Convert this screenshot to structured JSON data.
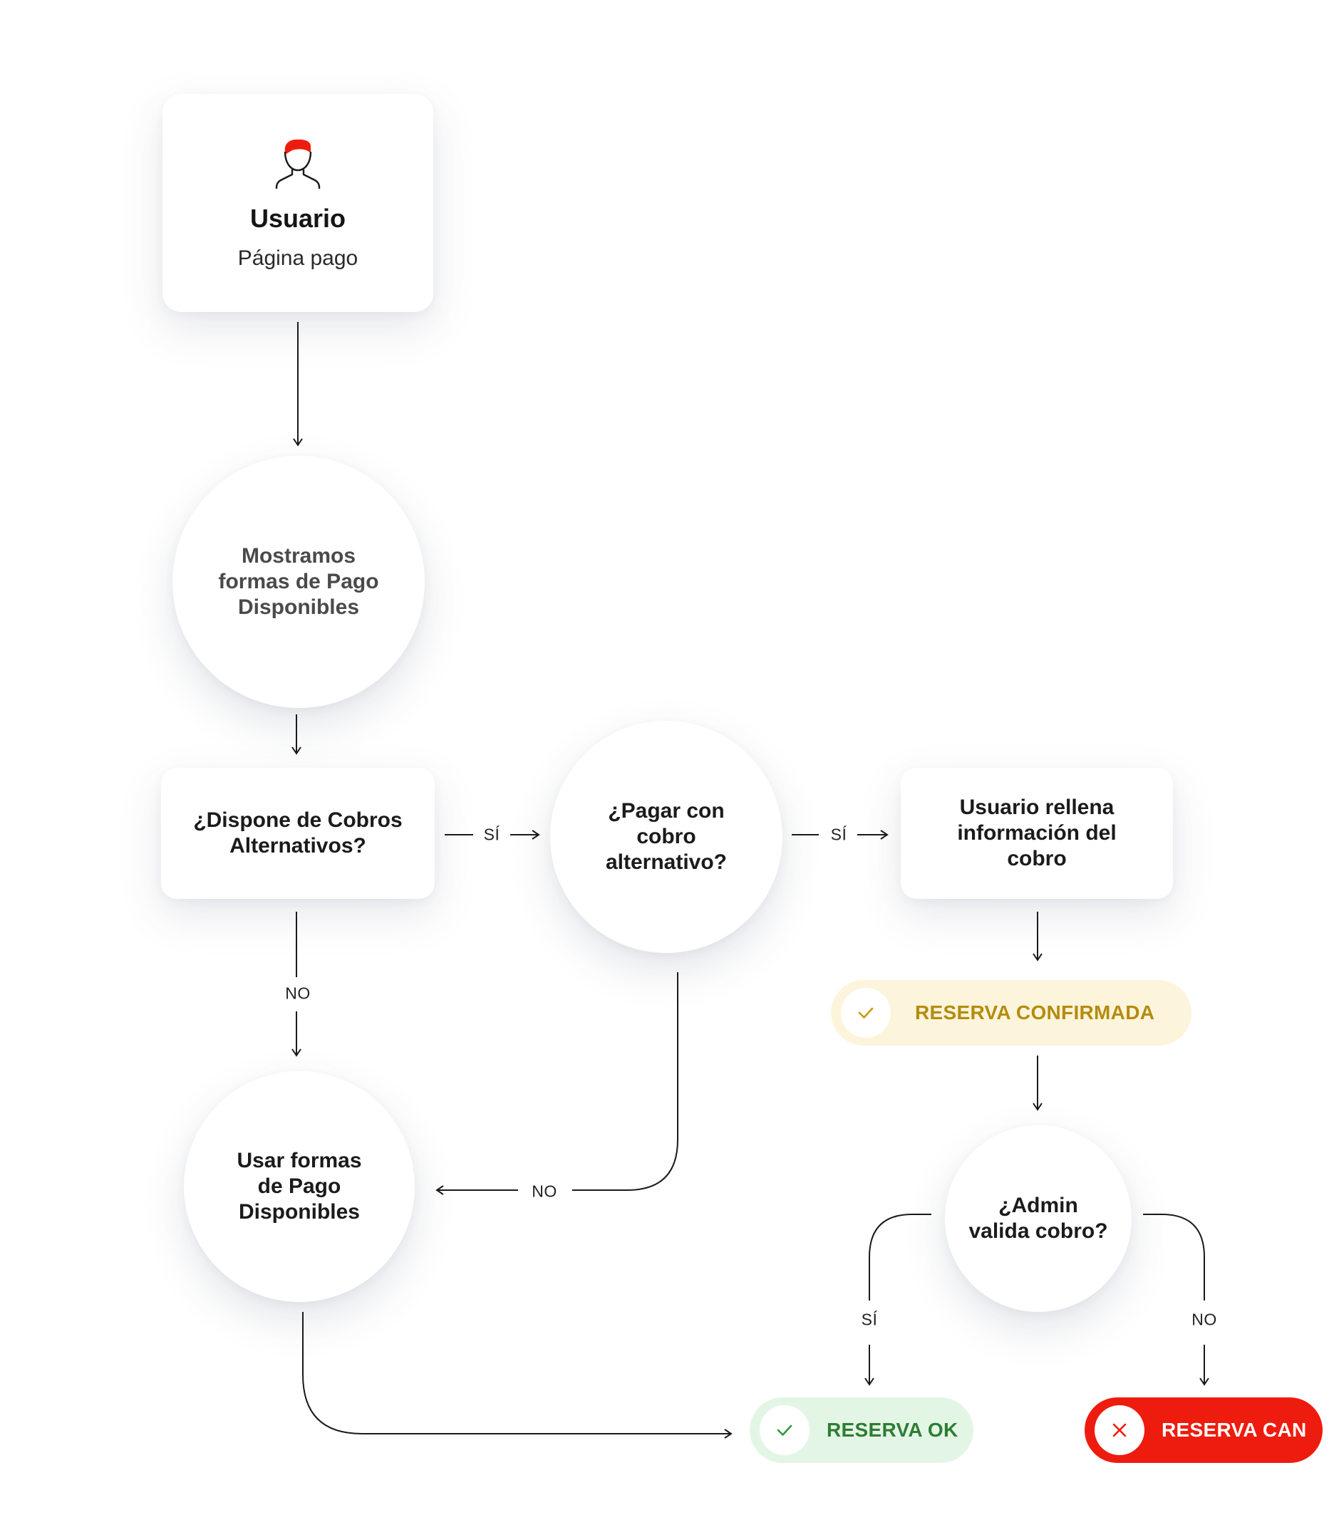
{
  "nodes": {
    "user_card": {
      "title": "Usuario",
      "subtitle": "Página pago"
    },
    "show_methods": "Mostramos\nformas de Pago\nDisponibles",
    "has_alternatives": "¿Dispone de Cobros\nAlternativos?",
    "pay_alternative": "¿Pagar con\ncobro\nalternativo?",
    "user_fills": "Usuario rellena\ninformación del\ncobro",
    "use_methods": "Usar formas\nde Pago\nDisponibles",
    "admin_validates": "¿Admin\nvalida cobro?"
  },
  "outcomes": {
    "confirmed": {
      "label": "RESERVA CONFIRMADA",
      "icon": "check-icon",
      "bg": "#fdf4dc",
      "color": "#b48c0c"
    },
    "ok": {
      "label": "RESERVA OK",
      "icon": "check-icon",
      "bg": "#e3f6e6",
      "color": "#2e8b2e"
    },
    "cancelled": {
      "label": "RESERVA CAN",
      "icon": "close-icon",
      "bg": "#ee1c0e",
      "color": "#ffffff"
    }
  },
  "edge_labels": {
    "yes_1": "SÍ",
    "yes_2": "SÍ",
    "no_1": "NO",
    "no_2": "NO",
    "yes_admin": "SÍ",
    "no_admin": "NO"
  },
  "colors": {
    "accent_red": "#ee1c0e",
    "line": "#1a1a1a"
  },
  "icons": {
    "user": "user-avatar-icon"
  }
}
